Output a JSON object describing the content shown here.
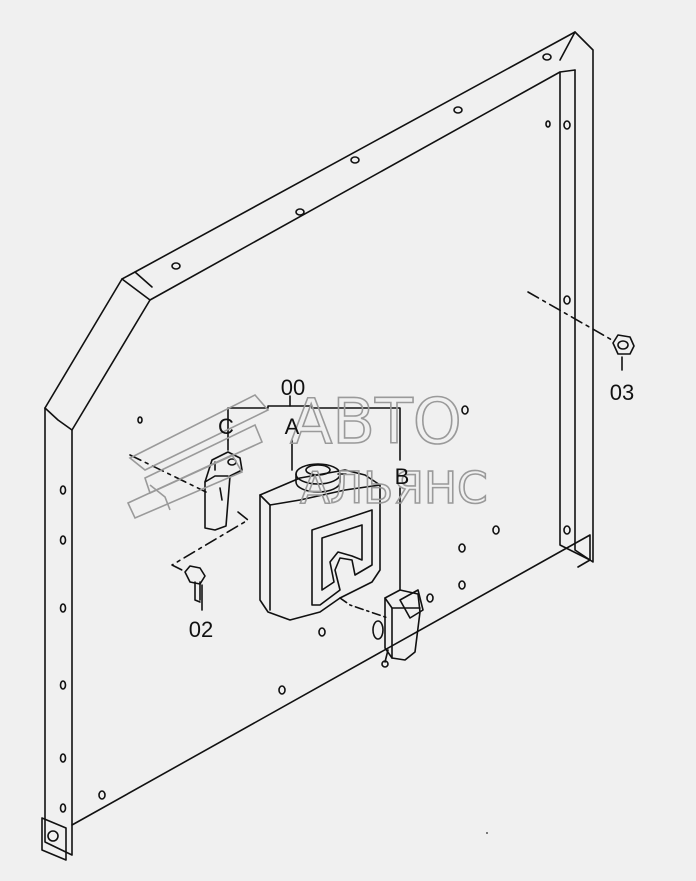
{
  "labels": {
    "assembly": "00",
    "part_a": "A",
    "part_b": "B",
    "part_c": "C",
    "bolt": "02",
    "nut": "03"
  },
  "watermark": {
    "line1": "АВТО",
    "line2": "АЛЬЯНС"
  },
  "colors": {
    "background": "#f0f0f0",
    "line": "#111111",
    "watermark": "#9a9a9a"
  }
}
